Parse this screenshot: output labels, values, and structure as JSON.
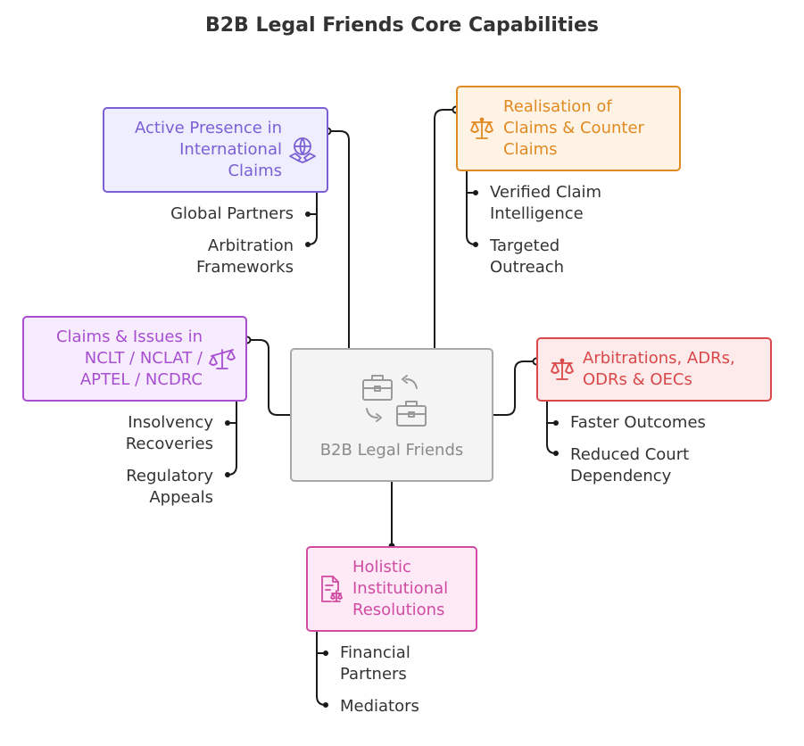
{
  "title": "B2B Legal Friends Core Capabilities",
  "center": {
    "label": "B2B Legal Friends",
    "icon": "briefcase-exchange-icon",
    "color": "#8a8a8a"
  },
  "nodes": {
    "international": {
      "label": "Active Presence in\nInternational\nClaims",
      "icon": "globe-handshake-icon",
      "color": "#7b5fd4",
      "fill": "#efeefe",
      "subs": [
        "Global Partners",
        "Arbitration\nFrameworks"
      ]
    },
    "realisation": {
      "label": "Realisation of\nClaims & Counter\nClaims",
      "icon": "scales-icon",
      "color": "#e08a22",
      "fill": "#fff3e6",
      "subs": [
        "Verified Claim\nIntelligence",
        "Targeted\nOutreach"
      ]
    },
    "nclt": {
      "label": "Claims & Issues in\nNCLT / NCLAT /\nAPTEL / NCDRC",
      "icon": "scales-tilted-icon",
      "color": "#a84fd1",
      "fill": "#f7ecfd",
      "subs": [
        "Insolvency\nRecoveries",
        "Regulatory\nAppeals"
      ]
    },
    "arbitration": {
      "label": "Arbitrations, ADRs,\nODRs & OECs",
      "icon": "scales-icon",
      "color": "#d9484a",
      "fill": "#fdeaea",
      "subs": [
        "Faster Outcomes",
        "Reduced Court\nDependency"
      ]
    },
    "holistic": {
      "label": "Holistic\nInstitutional\nResolutions",
      "icon": "legal-document-icon",
      "color": "#d04ba3",
      "fill": "#fdeaf6",
      "subs": [
        "Financial\nPartners",
        "Mediators"
      ]
    }
  }
}
